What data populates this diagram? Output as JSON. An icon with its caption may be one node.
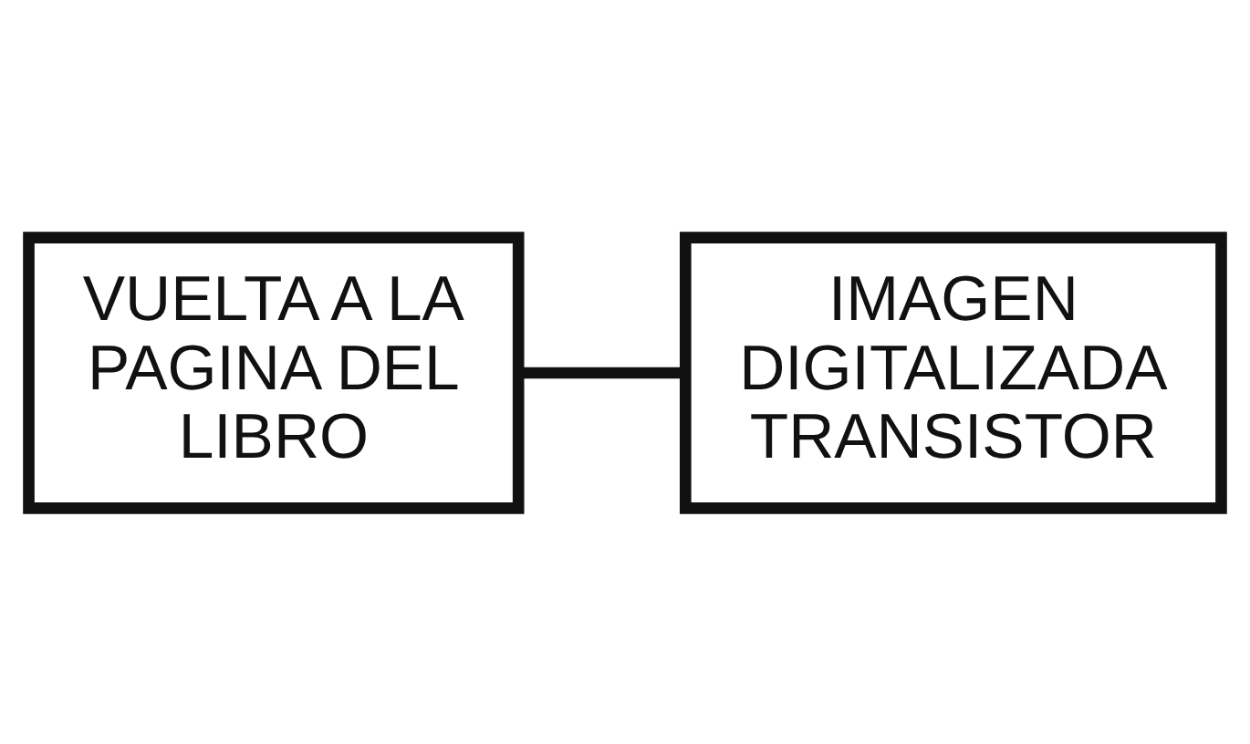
{
  "diagram": {
    "nodes": [
      {
        "text": [
          "VUELTA A LA PAGINA DEL LIBRO"
        ]
      },
      {
        "text": [
          "IMAGEN DIGITALIZADA TRANSISTOR"
        ]
      }
    ],
    "edges": [
      {
        "from": 0,
        "to": 1,
        "arrow": "none"
      }
    ]
  }
}
